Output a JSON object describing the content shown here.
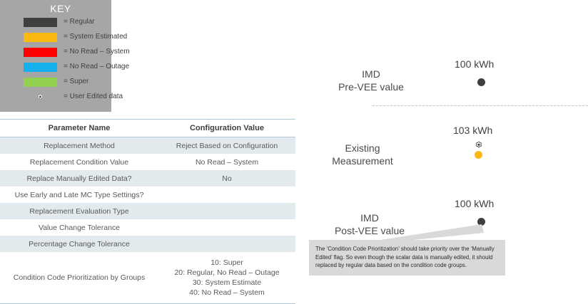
{
  "key_panel": {
    "title": "KEY",
    "items": [
      {
        "icon": "color-swatch",
        "color": "#3f3f3f",
        "label": "= Regular"
      },
      {
        "icon": "color-swatch",
        "color": "#fdb913",
        "label": "= System Estimated"
      },
      {
        "icon": "color-swatch",
        "color": "#fe0000",
        "label": "= No Read – System"
      },
      {
        "icon": "color-swatch",
        "color": "#16b0ec",
        "label": "= No Read – Outage"
      },
      {
        "icon": "color-swatch",
        "color": "#92d050",
        "label": "= Super"
      },
      {
        "icon": "gear-icon",
        "color": "#ffffff",
        "label": "= User Edited data"
      }
    ]
  },
  "table": {
    "headers": [
      "Parameter Name",
      "Configuration Value"
    ],
    "rows": [
      {
        "name": "Replacement Method",
        "value": "Reject Based on Configuration"
      },
      {
        "name": "Replacement Condition Value",
        "value": "No Read – System"
      },
      {
        "name": "Replace Manually Edited Data?",
        "value": "No"
      },
      {
        "name": "Use Early and Late MC Type Settings?",
        "value": ""
      },
      {
        "name": "Replacement Evaluation Type",
        "value": ""
      },
      {
        "name": "Value Change Tolerance",
        "value": ""
      },
      {
        "name": "Percentage Change Tolerance",
        "value": ""
      },
      {
        "name": "Condition Code Prioritization by Groups",
        "value": "10: Super\n20: Regular, No Read – Outage\n30: System Estimate\n40: No Read – System"
      }
    ]
  },
  "diagram": {
    "groups": [
      {
        "label": "IMD\nPre-VEE value",
        "value": "100 kWh",
        "marker": "dark-dot"
      },
      {
        "label": "Existing\nMeasurement",
        "value": "103 kWh",
        "marker": "orange-dot-with-gear"
      },
      {
        "label": "IMD\nPost-VEE value",
        "value": "100 kWh",
        "marker": "dark-dot"
      }
    ],
    "callout": "The ‘Condition Code Prioritization’ should take priority over the ‘Manually Edited’ flag.  So even though the scalar data is manually edited, it should replaced by regular data based on the condition code groups."
  }
}
